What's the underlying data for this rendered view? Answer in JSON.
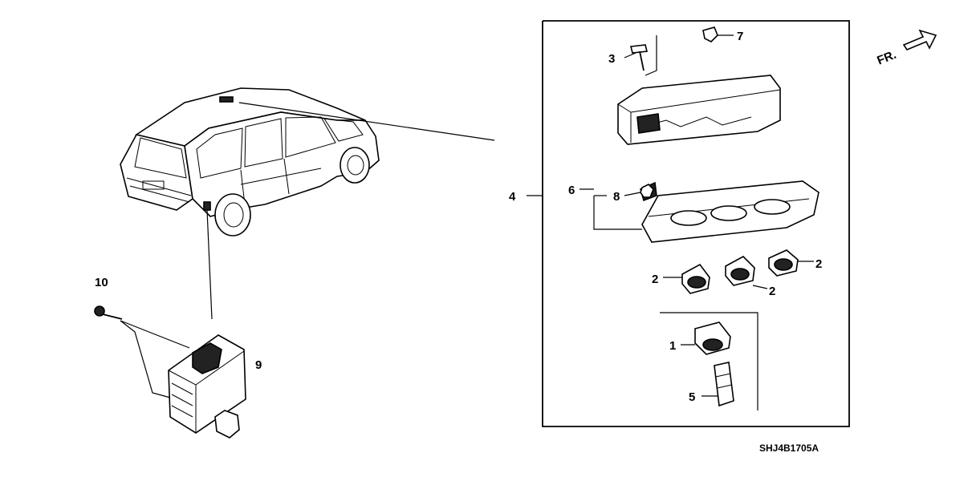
{
  "diagram_code": "SHJ4B1705A",
  "direction_label": "FR.",
  "callouts": {
    "c1": "1",
    "c2a": "2",
    "c2b": "2",
    "c2c": "2",
    "c3": "3",
    "c4": "4",
    "c5": "5",
    "c6": "6",
    "c7": "7",
    "c8": "8",
    "c9": "9",
    "c10": "10"
  }
}
